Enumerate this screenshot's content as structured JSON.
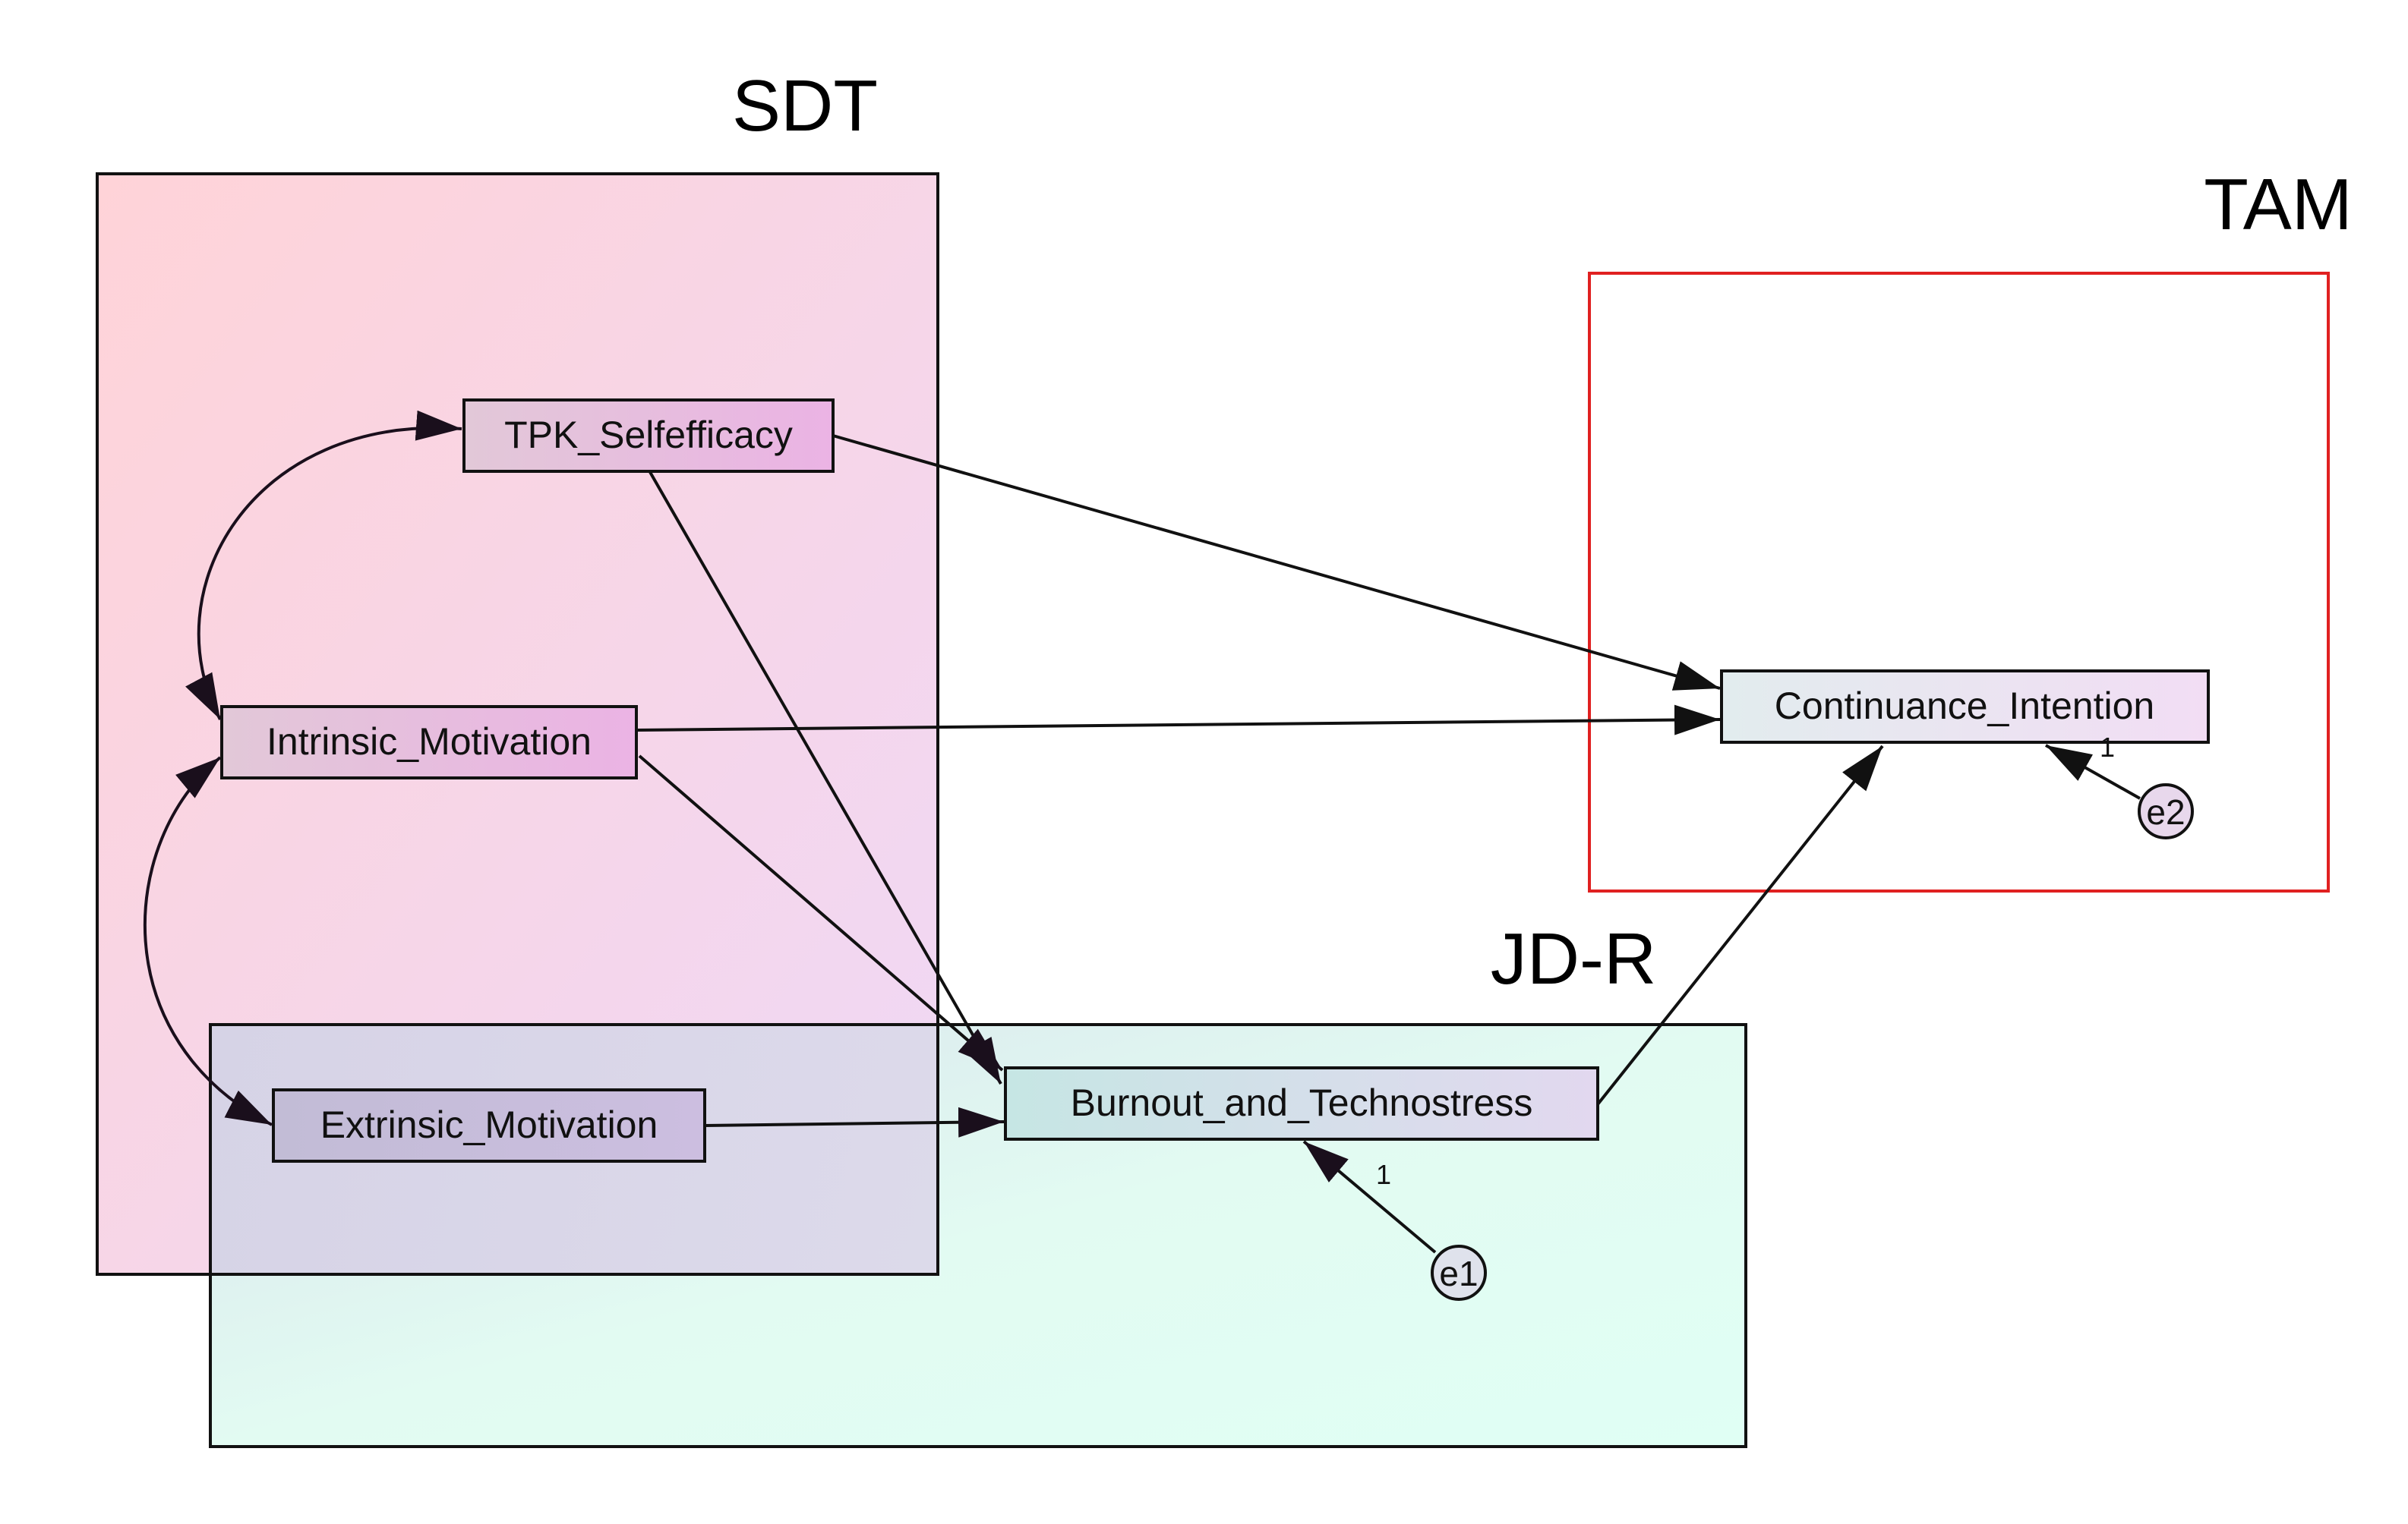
{
  "groups": {
    "sdt": {
      "title": "SDT"
    },
    "tam": {
      "title": "TAM",
      "border_color": "#e02020"
    },
    "jdr": {
      "title": "JD-R"
    }
  },
  "nodes": {
    "tpk": "TPK_Selfefficacy",
    "intrinsic": "Intrinsic_Motivation",
    "extrinsic": "Extrinsic_Motivation",
    "burnout": "Burnout_and_Technostress",
    "continuance": "Continuance_Intention"
  },
  "errors": {
    "e1": "e1",
    "e2": "e2"
  },
  "weights": {
    "e1_to_burnout": "1",
    "e2_to_continuance": "1"
  },
  "colors": {
    "sdt_fill_start": "#ffd3d8",
    "sdt_fill_end": "#f0d8f5",
    "jdr_fill_start": "#d8e6ee",
    "jdr_fill_end": "#e0fff4",
    "node_fill_start": "#e6c8d8",
    "node_fill_end": "#eab6e6",
    "continuance_fill_start": "#e3ecee",
    "continuance_fill_end": "#f0def4"
  }
}
